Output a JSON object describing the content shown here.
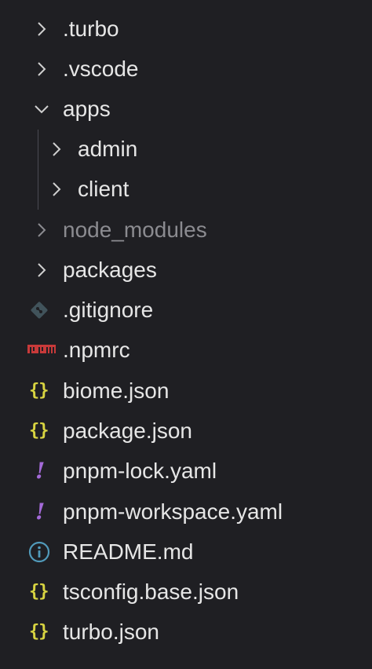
{
  "explorer": {
    "items": [
      {
        "label": ".turbo",
        "kind": "folder",
        "state": "collapsed"
      },
      {
        "label": ".vscode",
        "kind": "folder",
        "state": "collapsed"
      },
      {
        "label": "apps",
        "kind": "folder",
        "state": "expanded"
      },
      {
        "label": "admin",
        "kind": "folder",
        "state": "collapsed",
        "parent": "apps"
      },
      {
        "label": "client",
        "kind": "folder",
        "state": "collapsed",
        "parent": "apps"
      },
      {
        "label": "node_modules",
        "kind": "folder",
        "state": "collapsed",
        "ignored": true
      },
      {
        "label": "packages",
        "kind": "folder",
        "state": "collapsed"
      },
      {
        "label": ".gitignore",
        "kind": "file",
        "icon": "git-icon"
      },
      {
        "label": ".npmrc",
        "kind": "file",
        "icon": "npm-icon",
        "icon_text": "npm"
      },
      {
        "label": "biome.json",
        "kind": "file",
        "icon": "json-braces-icon",
        "icon_text": "{}"
      },
      {
        "label": "package.json",
        "kind": "file",
        "icon": "json-braces-icon",
        "icon_text": "{}"
      },
      {
        "label": "pnpm-lock.yaml",
        "kind": "file",
        "icon": "yaml-icon",
        "icon_text": "!"
      },
      {
        "label": "pnpm-workspace.yaml",
        "kind": "file",
        "icon": "yaml-icon",
        "icon_text": "!"
      },
      {
        "label": "README.md",
        "kind": "file",
        "icon": "info-icon"
      },
      {
        "label": "tsconfig.base.json",
        "kind": "file",
        "icon": "json-braces-icon",
        "icon_text": "{}"
      },
      {
        "label": "turbo.json",
        "kind": "file",
        "icon": "json-braces-icon",
        "icon_text": "{}"
      }
    ]
  },
  "colors": {
    "background": "#1f1f23",
    "text": "#e6e6e6",
    "ignored_text": "#8b8b90",
    "chevron": "#cfcfcf",
    "json_icon": "#d9d541",
    "yaml_icon": "#a46ad9",
    "npm_icon": "#c83a3a",
    "git_icon": "#41535b",
    "info_icon": "#519aba"
  }
}
